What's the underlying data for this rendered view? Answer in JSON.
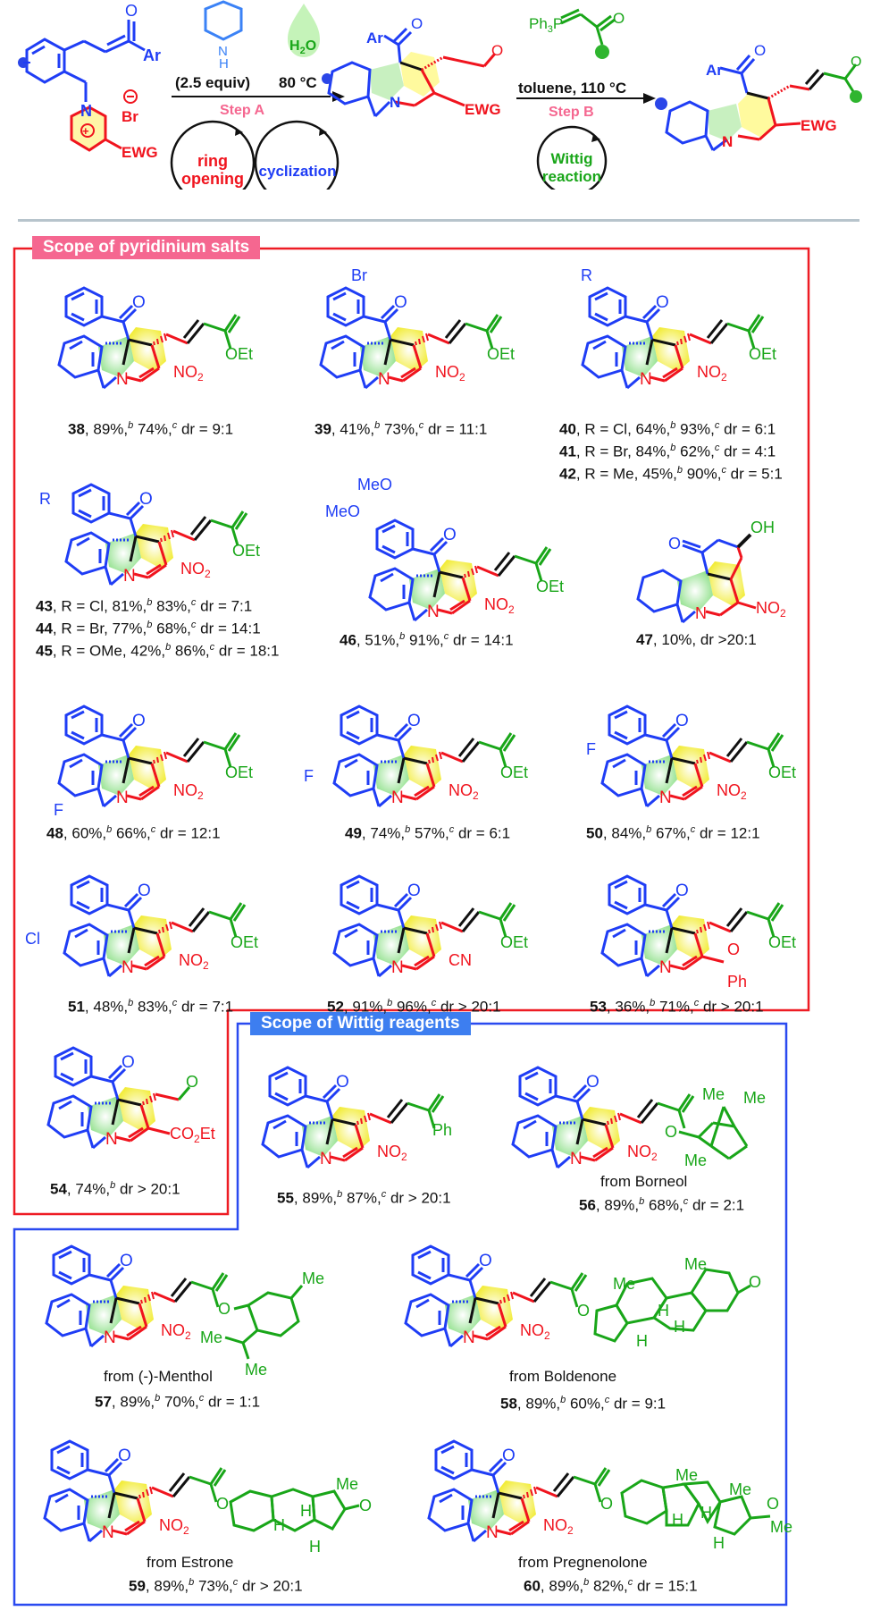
{
  "scheme": {
    "reagent_equiv": "(2.5 equiv)",
    "temperature_a": "80 °C",
    "water_label": "H2O",
    "step_a": "Step A",
    "cycle_ring_opening": "ring opening",
    "cycle_cyclization": "cyclization",
    "conditions_b": "toluene, 110 °C",
    "step_b": "Step B",
    "cycle_wittig": "Wittig reaction",
    "wittig_reagent": "Ph3P",
    "ewg": "EWG",
    "ar": "Ar",
    "br": "Br",
    "nitrogen": "N"
  },
  "sections": {
    "pyridinium_title": "Scope of pyridinium salts",
    "wittig_title": "Scope of Wittig reagents"
  },
  "colors": {
    "blue": "#1f3df5",
    "red": "#f0141e",
    "green": "#19a619",
    "pink_banner": "#f56790",
    "blue_banner": "#3d7ef0",
    "pyridinium_border": "#ee1c24",
    "wittig_border": "#2a4af0",
    "separator": "#b7c4cc"
  },
  "compounds": [
    {
      "id": "38",
      "caption": ", 89%,",
      "y1": "b",
      "t2": " 74%,",
      "y2": "c",
      "t3": " dr = 9:1"
    },
    {
      "id": "39",
      "caption": ", 41%,",
      "y1": "b",
      "t2": " 73%,",
      "y2": "c",
      "t3": " dr = 11:1"
    },
    {
      "id": "40",
      "caption": ", R = Cl, 64%,",
      "y1": "b",
      "t2": " 93%,",
      "y2": "c",
      "t3": " dr = 6:1"
    },
    {
      "id": "41",
      "caption": ", R = Br, 84%,",
      "y1": "b",
      "t2": " 62%,",
      "y2": "c",
      "t3": " dr = 4:1"
    },
    {
      "id": "42",
      "caption": ", R = Me, 45%,",
      "y1": "b",
      "t2": " 90%,",
      "y2": "c",
      "t3": " dr = 5:1"
    },
    {
      "id": "43",
      "caption": ", R = Cl, 81%,",
      "y1": "b",
      "t2": " 83%,",
      "y2": "c",
      "t3": " dr = 7:1"
    },
    {
      "id": "44",
      "caption": ", R = Br, 77%,",
      "y1": "b",
      "t2": " 68%,",
      "y2": "c",
      "t3": " dr = 14:1"
    },
    {
      "id": "45",
      "caption": ", R = OMe, 42%,",
      "y1": "b",
      "t2": " 86%,",
      "y2": "c",
      "t3": " dr = 18:1"
    },
    {
      "id": "46",
      "caption": ", 51%,",
      "y1": "b",
      "t2": " 91%,",
      "y2": "c",
      "t3": " dr = 14:1"
    },
    {
      "id": "47",
      "caption": ", 10%, dr >20:1",
      "y1": "",
      "t2": "",
      "y2": "",
      "t3": ""
    },
    {
      "id": "48",
      "caption": ", 60%,",
      "y1": "b",
      "t2": " 66%,",
      "y2": "c",
      "t3": " dr = 12:1"
    },
    {
      "id": "49",
      "caption": ", 74%,",
      "y1": "b",
      "t2": " 57%,",
      "y2": "c",
      "t3": " dr = 6:1"
    },
    {
      "id": "50",
      "caption": ", 84%,",
      "y1": "b",
      "t2": " 67%,",
      "y2": "c",
      "t3": " dr = 12:1"
    },
    {
      "id": "51",
      "caption": ", 48%,",
      "y1": "b",
      "t2": " 83%,",
      "y2": "c",
      "t3": " dr = 7:1"
    },
    {
      "id": "52",
      "caption": ", 91%,",
      "y1": "b",
      "t2": " 96%,",
      "y2": "c",
      "t3": " dr > 20:1"
    },
    {
      "id": "53",
      "caption": ", 36%,",
      "y1": "b",
      "t2": " 71%,",
      "y2": "c",
      "t3": "  dr > 20:1"
    },
    {
      "id": "54",
      "caption": ", 74%,",
      "y1": "b",
      "t2": " dr > 20:1",
      "y2": "",
      "t3": ""
    },
    {
      "id": "55",
      "caption": ", 89%,",
      "y1": "b",
      "t2": " 87%,",
      "y2": "c",
      "t3": " dr > 20:1"
    },
    {
      "id": "56",
      "caption": ", 89%,",
      "y1": "b",
      "t2": " 68%,",
      "y2": "c",
      "t3": " dr = 2:1",
      "source": "from Borneol"
    },
    {
      "id": "57",
      "caption": ", 89%,",
      "y1": "b",
      "t2": " 70%,",
      "y2": "c",
      "t3": " dr = 1:1",
      "source": "from (-)-Menthol"
    },
    {
      "id": "58",
      "caption": ", 89%,",
      "y1": "b",
      "t2": " 60%,",
      "y2": "c",
      "t3": " dr = 9:1",
      "source": "from Boldenone"
    },
    {
      "id": "59",
      "caption": ", 89%,",
      "y1": "b",
      "t2": " 73%,",
      "y2": "c",
      "t3": " dr > 20:1",
      "source": "from Estrone"
    },
    {
      "id": "60",
      "caption": ", 89%,",
      "y1": "b",
      "t2": " 82%,",
      "y2": "c",
      "t3": " dr = 15:1",
      "source": "from Pregnenolone"
    }
  ],
  "substituents": {
    "oet": "OEt",
    "no2": "NO2",
    "cn": "CN",
    "co2et": "CO2Et",
    "ph": "Ph",
    "br": "Br",
    "r": "R",
    "meo": "MeO",
    "oh": "OH",
    "f": "F",
    "cl": "Cl",
    "me": "Me",
    "h": "H",
    "o": "O"
  }
}
